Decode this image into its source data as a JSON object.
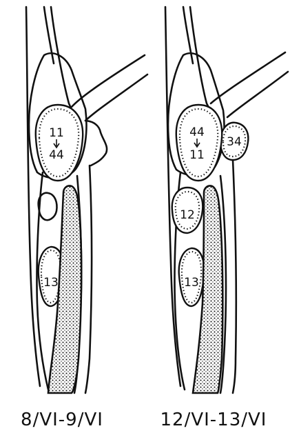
{
  "panels": [
    {
      "caption": "8/VI-9/VI",
      "upper_region": {
        "from": "11",
        "to": "44"
      },
      "lower_region": {
        "label": "13"
      }
    },
    {
      "caption": "12/VI-13/VI",
      "upper_region": {
        "from": "44",
        "to": "11"
      },
      "side_region": {
        "label": "34"
      },
      "middle_region": {
        "label": "12"
      },
      "lower_region": {
        "label": "13"
      }
    }
  ]
}
